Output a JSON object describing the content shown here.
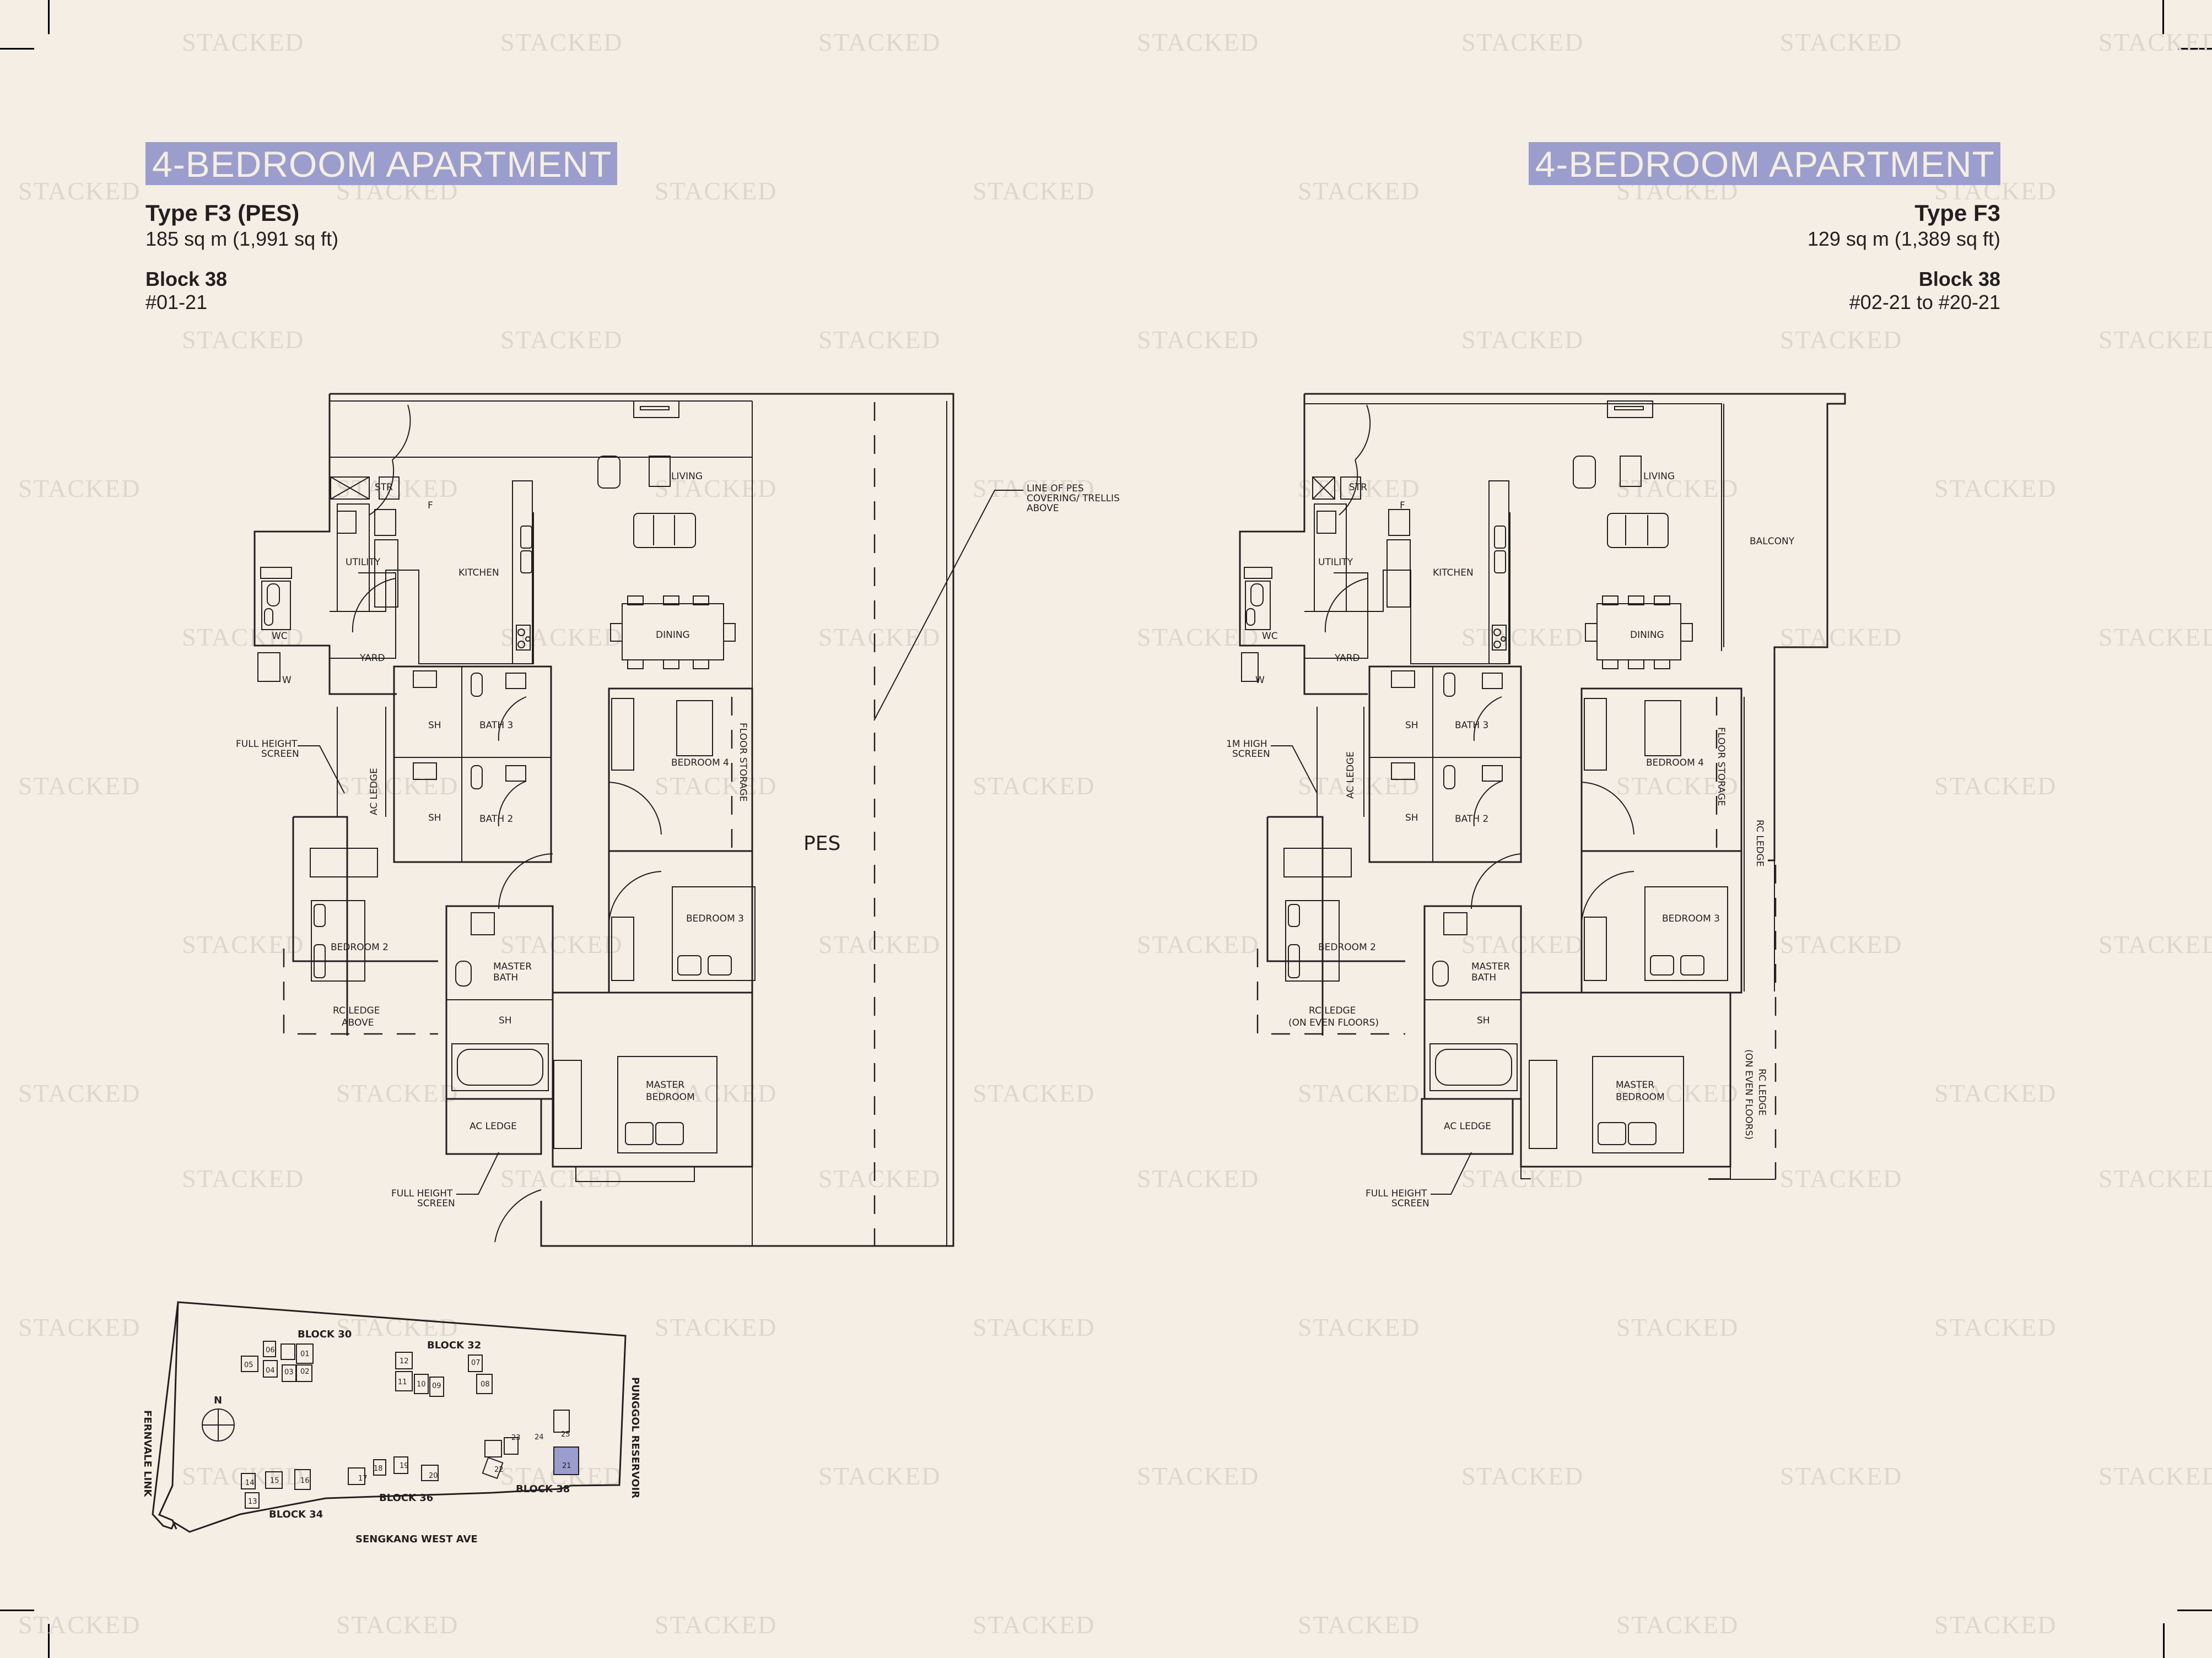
{
  "colors": {
    "background": "#f4eee4",
    "title_band": "#9b9dcc",
    "title_text": "#f4eee4",
    "highlight_unit": "#9b9dcc",
    "linework": "#231f20",
    "watermark": "#ddd6cc"
  },
  "watermark_text": "STACKED",
  "left_plan": {
    "title": "4-BEDROOM APARTMENT",
    "unit_type": "Type F3 (PES)",
    "area": "185 sq m (1,991 sq ft)",
    "block": "Block 38",
    "units": "#01-21",
    "rooms": {
      "str": "STR",
      "fridge": "F",
      "utility": "UTILITY",
      "kitchen": "KITCHEN",
      "living": "LIVING",
      "dining": "DINING",
      "wc": "WC",
      "yard": "YARD",
      "washer": "W",
      "sh3": "SH",
      "bath3": "BATH 3",
      "sh2": "SH",
      "bath2": "BATH 2",
      "ac_ledge_v": "AC LEDGE",
      "bedroom4": "BEDROOM 4",
      "floor_storage": "FLOOR STORAGE",
      "pes": "PES",
      "bedroom2": "BEDROOM 2",
      "bedroom3": "BEDROOM 3",
      "master_bath_1": "MASTER",
      "master_bath_2": "BATH",
      "sh_master": "SH",
      "rc_ledge_1": "RC LEDGE",
      "rc_ledge_2": "ABOVE",
      "master_bedroom_1": "MASTER",
      "master_bedroom_2": "BEDROOM",
      "ac_ledge": "AC LEDGE"
    },
    "notes": {
      "full_height_screen_1a": "FULL HEIGHT",
      "full_height_screen_1b": "SCREEN",
      "full_height_screen_2a": "FULL HEIGHT",
      "full_height_screen_2b": "SCREEN",
      "pes_line_a": "LINE OF PES",
      "pes_line_b": "COVERING/ TRELLIS",
      "pes_line_c": "ABOVE"
    }
  },
  "right_plan": {
    "title": "4-BEDROOM APARTMENT",
    "unit_type": "Type F3",
    "area": "129 sq m (1,389 sq ft)",
    "block": "Block 38",
    "units": "#02-21 to #20-21",
    "rooms": {
      "str": "STR",
      "fridge": "F",
      "utility": "UTILITY",
      "kitchen": "KITCHEN",
      "living": "LIVING",
      "dining": "DINING",
      "balcony": "BALCONY",
      "wc": "WC",
      "yard": "YARD",
      "washer": "W",
      "sh3": "SH",
      "bath3": "BATH 3",
      "sh2": "SH",
      "bath2": "BATH 2",
      "ac_ledge_v": "AC LEDGE",
      "bedroom4": "BEDROOM 4",
      "floor_storage": "FLOOR STORAGE",
      "rc_ledge_v": "RC LEDGE",
      "bedroom2": "BEDROOM 2",
      "bedroom3": "BEDROOM 3",
      "master_bath_1": "MASTER",
      "master_bath_2": "BATH",
      "sh_master": "SH",
      "rc_ledge_1": "RC LEDGE",
      "rc_ledge_2": "(ON EVEN FLOORS)",
      "rc_ledge_even_1": "RC LEDGE",
      "rc_ledge_even_2": "(ON EVEN FLOORS)",
      "master_bedroom_1": "MASTER",
      "master_bedroom_2": "BEDROOM",
      "ac_ledge": "AC LEDGE"
    },
    "notes": {
      "screen_1a": "1M HIGH",
      "screen_1b": "SCREEN",
      "full_height_screen_a": "FULL HEIGHT",
      "full_height_screen_b": "SCREEN"
    }
  },
  "site_plan": {
    "north": "N",
    "roads": {
      "west": "FERNVALE LINK",
      "south": "SENGKANG WEST AVE",
      "east": "PUNGGOL RESERVOIR"
    },
    "blocks": [
      {
        "label": "BLOCK 30",
        "stacks": [
          "01",
          "02",
          "03",
          "04",
          "05",
          "06"
        ]
      },
      {
        "label": "BLOCK 32",
        "stacks": [
          "07",
          "08",
          "09",
          "10",
          "11",
          "12"
        ]
      },
      {
        "label": "BLOCK 34",
        "stacks": [
          "13",
          "14",
          "15",
          "16"
        ]
      },
      {
        "label": "BLOCK 36",
        "stacks": [
          "17",
          "18",
          "19",
          "20"
        ]
      },
      {
        "label": "BLOCK 38",
        "stacks": [
          "21",
          "22",
          "23",
          "24",
          "25"
        ]
      }
    ],
    "highlighted_stack": "21"
  }
}
